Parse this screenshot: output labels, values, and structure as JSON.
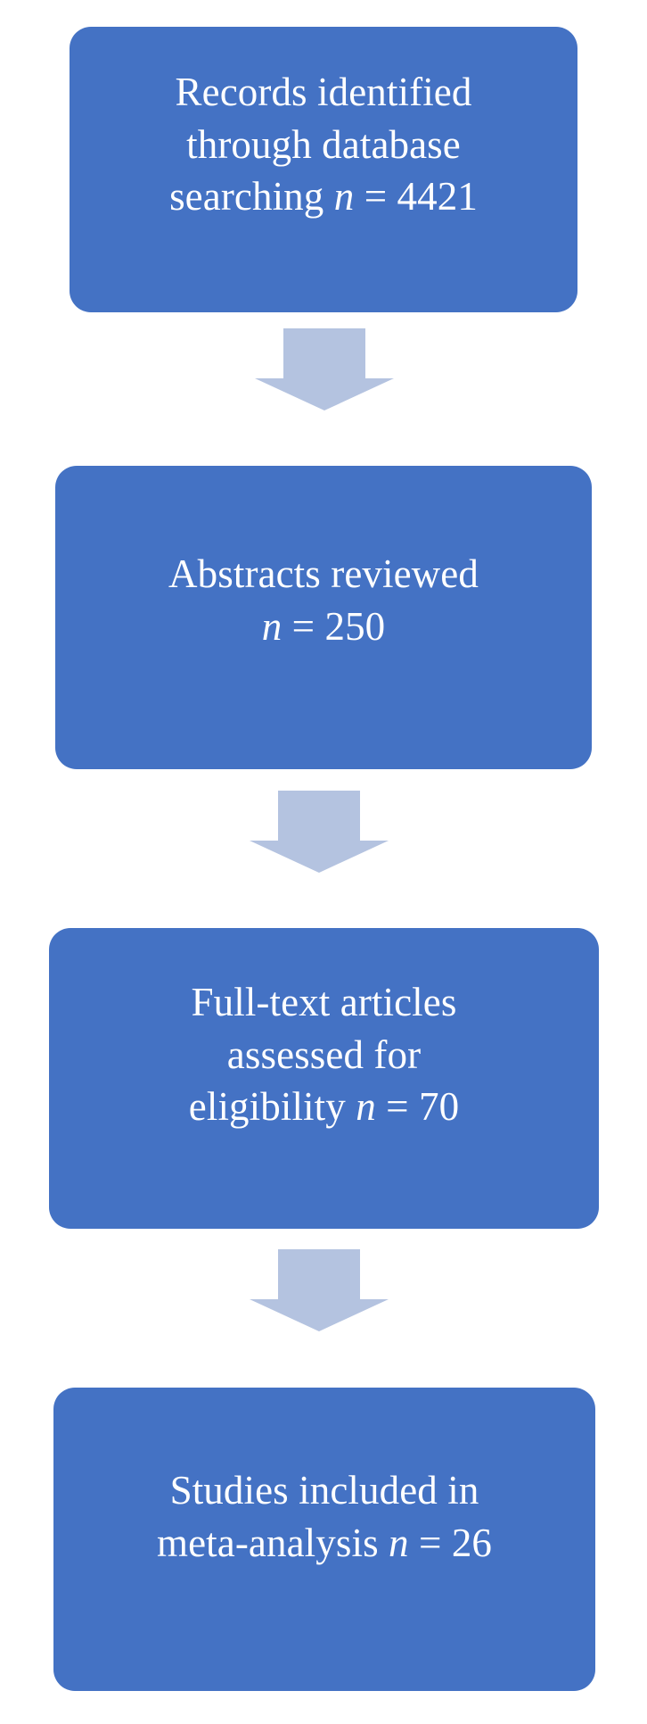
{
  "diagram": {
    "type": "prisma-flow-diagram",
    "orientation": "vertical",
    "background_color": "#FFFFFF",
    "box_color": "#4472C4",
    "box_text_color": "#FFFFFF",
    "arrow_color": "#B4C3E0",
    "boxes": [
      {
        "id": "records-identified",
        "line1": "Records identified",
        "line2": "through database",
        "line3_prefix": "searching ",
        "n_symbol": "n",
        "n_equals": " = ",
        "count": "4421",
        "full_text": "Records identified through database searching n = 4421"
      },
      {
        "id": "abstracts-reviewed",
        "line1": "Abstracts reviewed",
        "line2": "",
        "line3_prefix": "",
        "n_symbol": "n",
        "n_equals": " = ",
        "count": "250",
        "full_text": "Abstracts reviewed n = 250"
      },
      {
        "id": "full-text-assessed",
        "line1": "Full-text articles",
        "line2": "assessed for",
        "line3_prefix": "eligibility ",
        "n_symbol": "n",
        "n_equals": " = ",
        "count": "70",
        "full_text": "Full-text articles assessed for eligibility n = 70"
      },
      {
        "id": "studies-included",
        "line1": "Studies included in",
        "line2": "meta-analysis ",
        "line3_prefix": "",
        "n_symbol": "n",
        "n_equals": " = ",
        "count": "26",
        "full_text": "Studies included in meta-analysis n = 26"
      }
    ],
    "arrows": [
      {
        "id": "arrow-records-to-abstracts",
        "icon": "down-block-arrow-icon",
        "from": "records-identified",
        "to": "abstracts-reviewed"
      },
      {
        "id": "arrow-abstracts-to-fulltext",
        "icon": "down-block-arrow-icon",
        "from": "abstracts-reviewed",
        "to": "full-text-assessed"
      },
      {
        "id": "arrow-fulltext-to-included",
        "icon": "down-block-arrow-icon",
        "from": "full-text-assessed",
        "to": "studies-included"
      }
    ]
  }
}
